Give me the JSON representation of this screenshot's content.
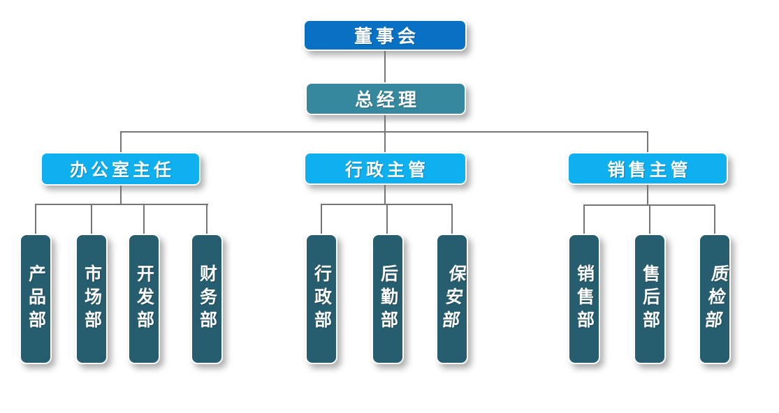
{
  "diagram": {
    "type": "org-chart",
    "colors": {
      "level1_fill": "#0971C4",
      "level2_fill": "#35889E",
      "level3_fill": "#0FB0F0",
      "department_fill": "#265D6F",
      "connector": "#757575",
      "text": "#FFFFFF",
      "outline": "#FFFFFF"
    },
    "root": {
      "label": "董事会"
    },
    "manager": {
      "label": "总经理"
    },
    "groups": [
      {
        "head": {
          "label": "办公室主任"
        },
        "children": [
          {
            "label": "产品部"
          },
          {
            "label": "市场部"
          },
          {
            "label": "开发部"
          },
          {
            "label": "财务部"
          }
        ]
      },
      {
        "head": {
          "label": "行政主管"
        },
        "children": [
          {
            "label": "行政部"
          },
          {
            "label": "后勤部"
          },
          {
            "label": "保安部",
            "italic": true
          }
        ]
      },
      {
        "head": {
          "label": "销售主管"
        },
        "children": [
          {
            "label": "销售部"
          },
          {
            "label": "售后部"
          },
          {
            "label": "质检部",
            "italic": true
          }
        ]
      }
    ]
  }
}
